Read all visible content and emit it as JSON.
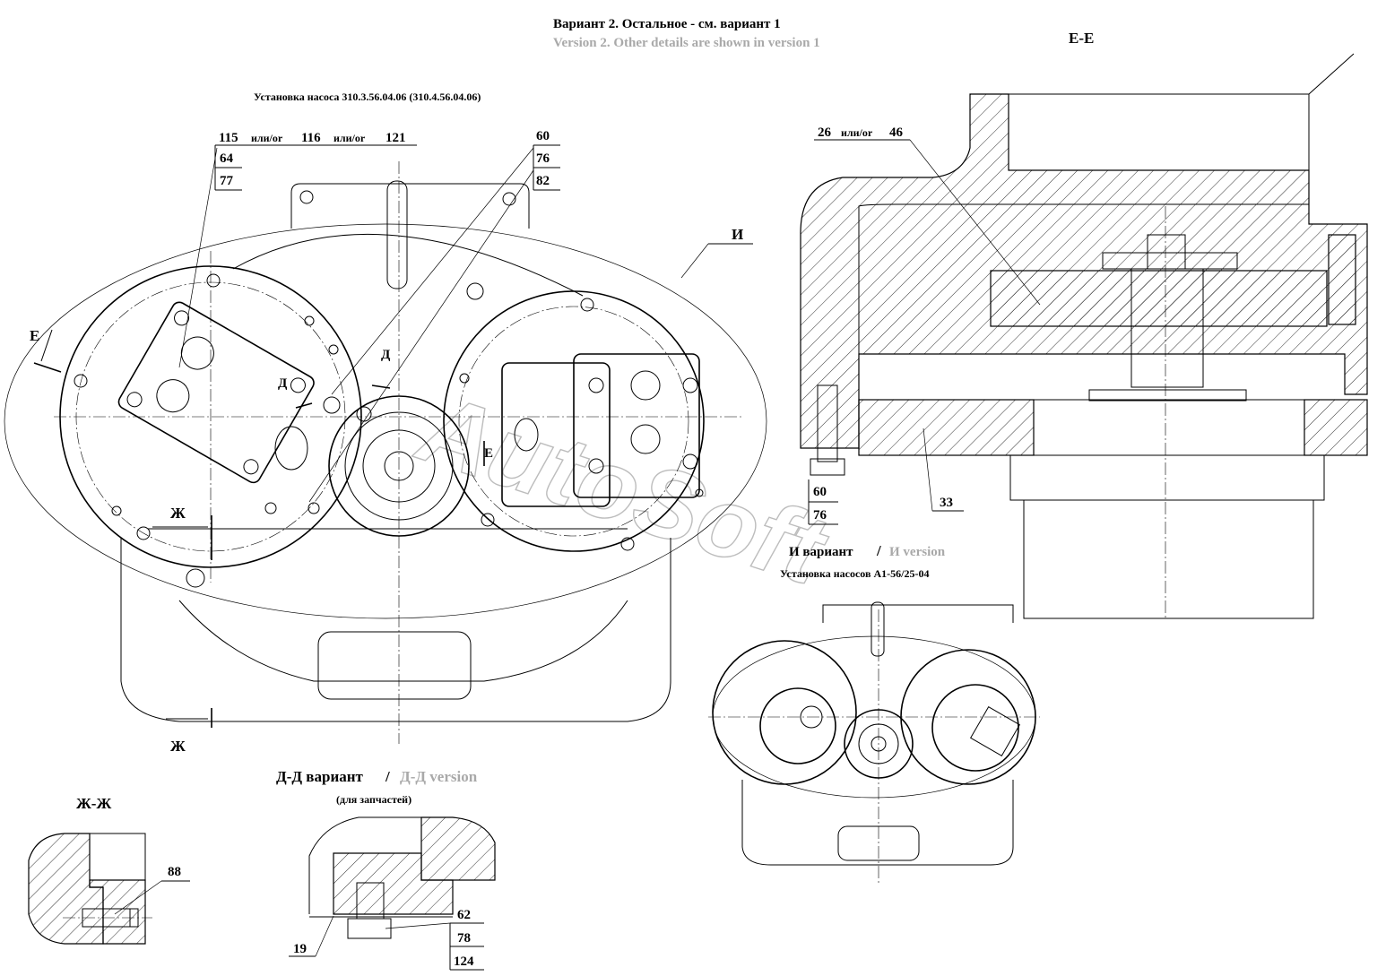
{
  "header": {
    "title_ru": "Вариант 2. Остальное - см. вариант 1",
    "title_en": "Version 2. Other details are shown in version 1"
  },
  "main_view": {
    "title": "Установка насоса 310.3.56.04.06 (310.4.56.04.06)",
    "callouts": {
      "c115": "115",
      "c116": "116",
      "c121": "121",
      "or_text": "или/or",
      "c64": "64",
      "c77": "77",
      "c60": "60",
      "c76": "76",
      "c82": "82"
    },
    "section_marks": {
      "E": "Е",
      "D": "Д",
      "ZH": "Ж",
      "I": "И"
    }
  },
  "section_ee": {
    "title": "Е-Е",
    "callouts": {
      "c26": "26",
      "or_text": "или/or",
      "c46": "46",
      "c60": "60",
      "c76": "76",
      "c33": "33"
    }
  },
  "variant_i": {
    "title_ru": "И вариант",
    "separator": "/",
    "title_en": "И version",
    "subtitle": "Установка насосов А1-56/25-04"
  },
  "section_dd": {
    "title_ru": "Д-Д вариант",
    "separator": "/",
    "title_en": "Д-Д version",
    "subtitle": "(для запчастей)",
    "callouts": {
      "c62": "62",
      "c78": "78",
      "c124": "124",
      "c19": "19"
    }
  },
  "section_zhzh": {
    "title": "Ж-Ж",
    "callouts": {
      "c88": "88"
    }
  },
  "watermark": {
    "text": "AutoSoft"
  }
}
